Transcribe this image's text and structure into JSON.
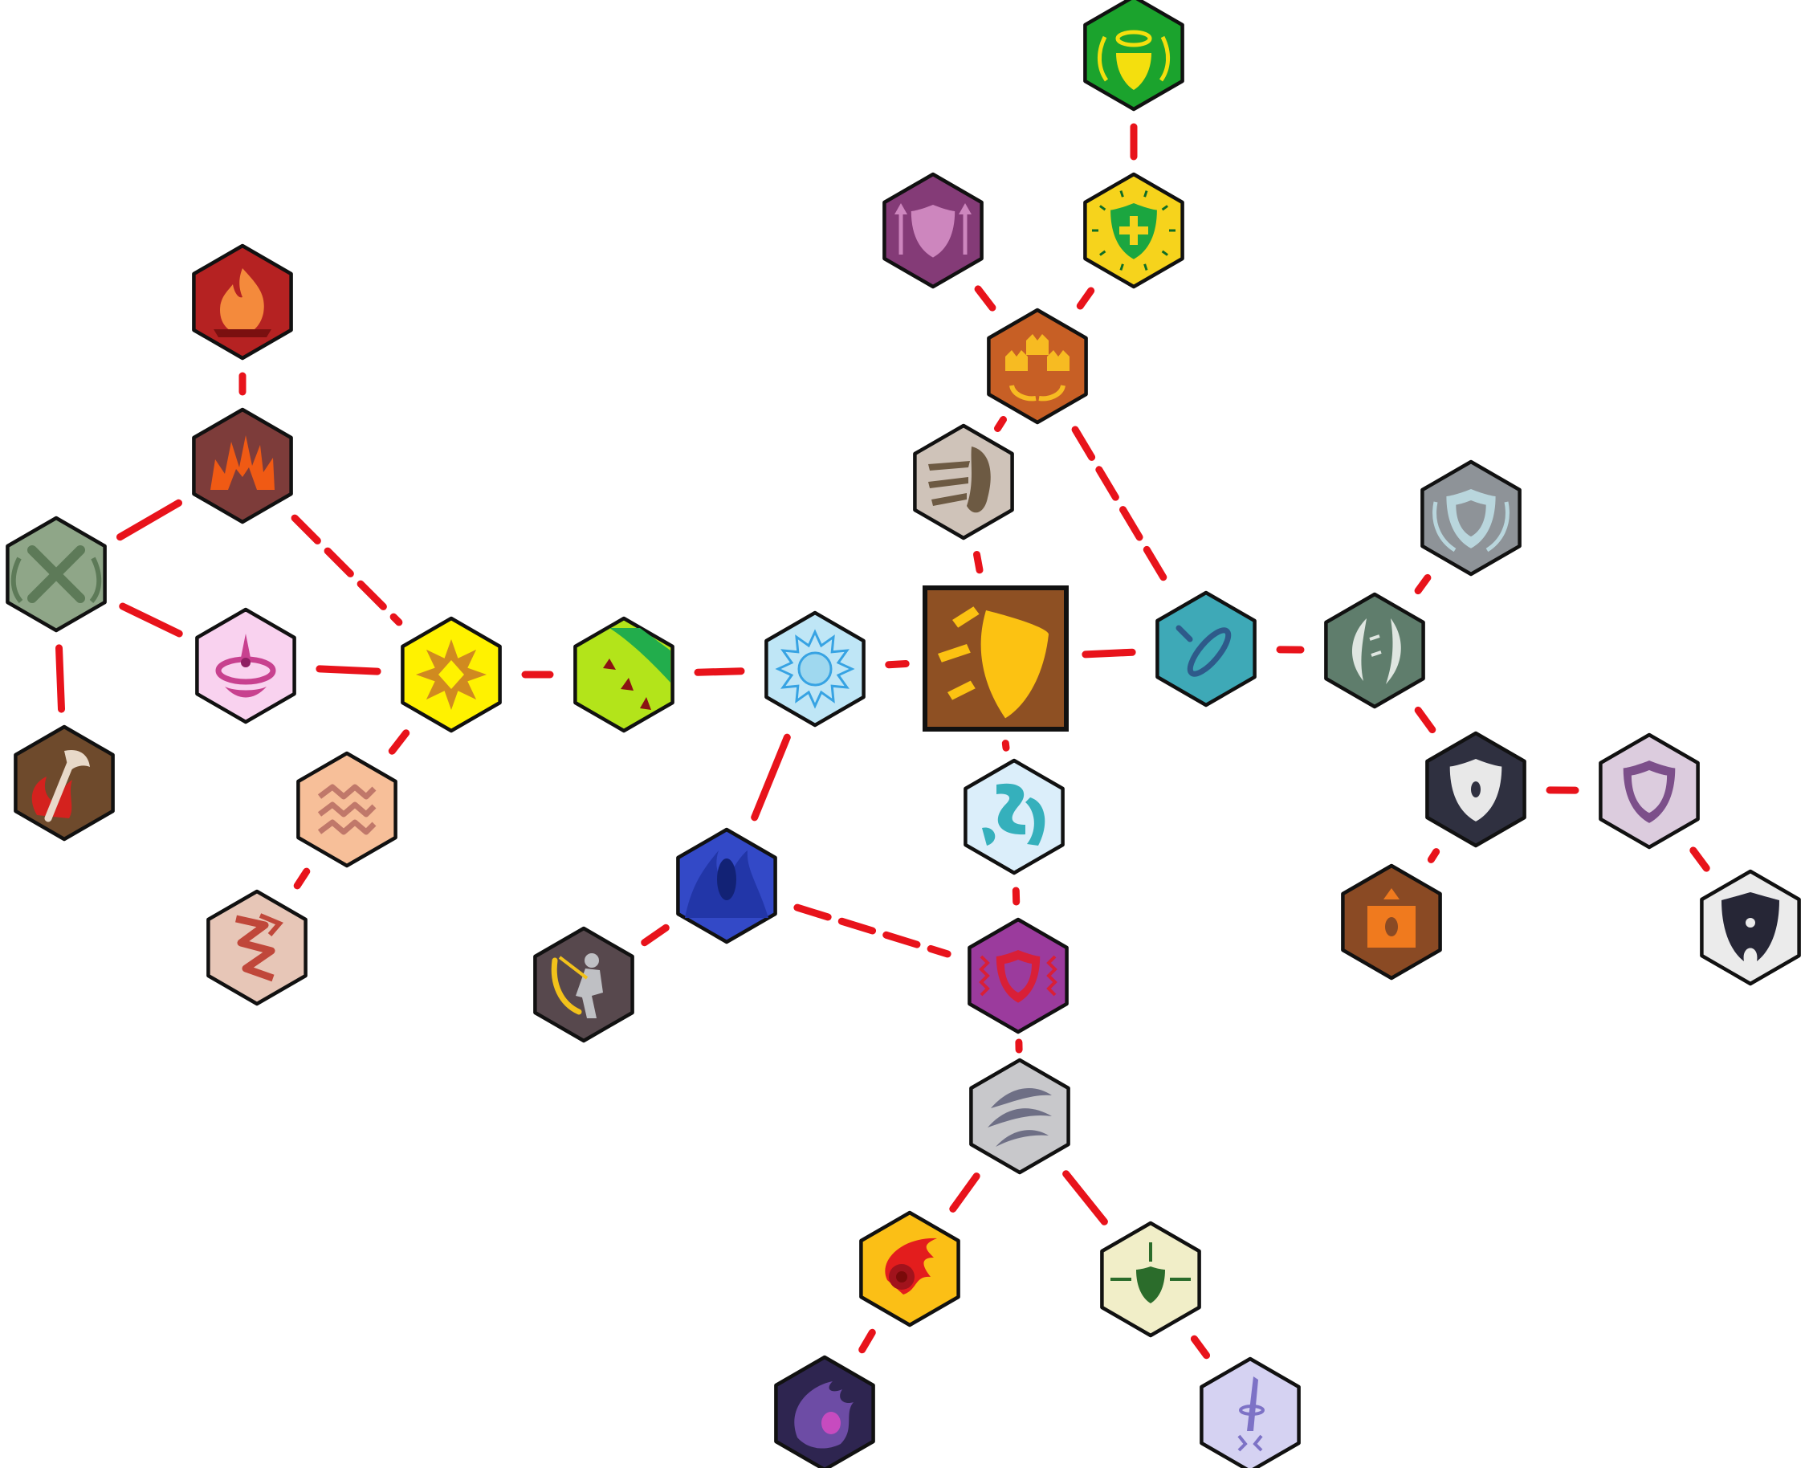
{
  "skill_tree": {
    "root": "root-shield",
    "nodes": [
      {
        "id": "root-shield",
        "icon": "golden-shield-bash-icon",
        "shape": "square",
        "bg": "#8e5023",
        "fg": "#fcc212",
        "dark": "#5a2c0b"
      },
      {
        "id": "fire-burst",
        "icon": "fire-icon",
        "shape": "hex",
        "bg": "#b52222",
        "fg": "#f48a3c",
        "dark": "#7a1010"
      },
      {
        "id": "flame-aura",
        "icon": "flame-spikes-icon",
        "shape": "hex",
        "bg": "#7d3c3a",
        "fg": "#f05a14",
        "dark": "#4b1a1a"
      },
      {
        "id": "crossed-swords",
        "icon": "crossed-swords-icon",
        "shape": "hex",
        "bg": "#8fa688",
        "fg": "#5d7a58",
        "dark": "#3e5a3a"
      },
      {
        "id": "burning-axe",
        "icon": "burning-axe-icon",
        "shape": "hex",
        "bg": "#6e4a2c",
        "fg": "#e8d9c9",
        "dark": "#d4221e"
      },
      {
        "id": "heart-ring",
        "icon": "heart-ring-icon",
        "shape": "hex",
        "bg": "#f9d2ef",
        "fg": "#c8418f",
        "dark": "#8e1f62"
      },
      {
        "id": "explosion",
        "icon": "explosion-icon",
        "shape": "hex",
        "bg": "#fff200",
        "fg": "#d08a20",
        "dark": "#9a5c0e"
      },
      {
        "id": "wave-zigzag",
        "icon": "wave-zigzag-icon",
        "shape": "hex",
        "bg": "#f7bf99",
        "fg": "#c0786a",
        "dark": "#965048"
      },
      {
        "id": "lightning-zigzag",
        "icon": "lightning-zigzag-icon",
        "shape": "hex",
        "bg": "#e7c6b7",
        "fg": "#c0473a",
        "dark": "#8a2a20"
      },
      {
        "id": "thorn-bite",
        "icon": "thorn-bite-icon",
        "shape": "hex",
        "bg": "#b3e41a",
        "fg": "#22ad4c",
        "dark": "#8b1313"
      },
      {
        "id": "frost-blast",
        "icon": "frost-blast-icon",
        "shape": "hex",
        "bg": "#bfe6f6",
        "fg": "#37a3e3",
        "dark": "#1d6fae"
      },
      {
        "id": "dark-flame",
        "icon": "dark-flame-icon",
        "shape": "hex",
        "bg": "#3349c7",
        "fg": "#122275",
        "dark": "#0a1350"
      },
      {
        "id": "swordsman",
        "icon": "swordsman-slash-icon",
        "shape": "hex",
        "bg": "#57484d",
        "fg": "#bfc0c4",
        "dark": "#f2c21b"
      },
      {
        "id": "stone-slam",
        "icon": "stone-slam-icon",
        "shape": "hex",
        "bg": "#cfc3b9",
        "fg": "#6d5a43",
        "dark": "#4a3a28"
      },
      {
        "id": "golden-gauntlets",
        "icon": "golden-gauntlets-icon",
        "shape": "hex",
        "bg": "#c75f25",
        "fg": "#f7bb22",
        "dark": "#8a3a10"
      },
      {
        "id": "shield-up",
        "icon": "shield-up-icon",
        "shape": "hex",
        "bg": "#843b77",
        "fg": "#cd86be",
        "dark": "#5a2050"
      },
      {
        "id": "holy-shield",
        "icon": "holy-shield-icon",
        "shape": "hex",
        "bg": "#f6d31c",
        "fg": "#1ba640",
        "dark": "#0e6e26"
      },
      {
        "id": "halo-shield",
        "icon": "halo-shield-icon",
        "shape": "hex",
        "bg": "#1ba32d",
        "fg": "#f4df0e",
        "dark": "#c9a800"
      },
      {
        "id": "water-shield",
        "icon": "water-shield-icon",
        "shape": "hex",
        "bg": "#3ea9b7",
        "fg": "#2e5a8a",
        "dark": "#1a3a60"
      },
      {
        "id": "steel-shields",
        "icon": "steel-shields-icon",
        "shape": "hex",
        "bg": "#5f7d6c",
        "fg": "#dfe6e1",
        "dark": "#3a5446"
      },
      {
        "id": "glass-shield",
        "icon": "glass-shield-icon",
        "shape": "hex",
        "bg": "#8e9398",
        "fg": "#b9d6dd",
        "dark": "#6b8ea0"
      },
      {
        "id": "eye-shield",
        "icon": "eye-shield-icon",
        "shape": "hex",
        "bg": "#2f3040",
        "fg": "#e8e8e8",
        "dark": "#1a1a24"
      },
      {
        "id": "shield-outline",
        "icon": "shield-outline-icon",
        "shape": "hex",
        "bg": "#dcccde",
        "fg": "#7c4f8a",
        "dark": "#4e2a5c"
      },
      {
        "id": "dark-shield",
        "icon": "dark-shield-icon",
        "shape": "hex",
        "bg": "#ebebeb",
        "fg": "#262636",
        "dark": "#10101a"
      },
      {
        "id": "orange-tower-shield",
        "icon": "tower-shield-icon",
        "shape": "hex",
        "bg": "#8a4a24",
        "fg": "#f07a1e",
        "dark": "#5a2a10"
      },
      {
        "id": "water-surge",
        "icon": "water-surge-icon",
        "shape": "hex",
        "bg": "#dbeefa",
        "fg": "#35b0bc",
        "dark": "#1d7a84"
      },
      {
        "id": "spiked-shield",
        "icon": "spiked-shield-icon",
        "shape": "hex",
        "bg": "#9b3b9d",
        "fg": "#d91f37",
        "dark": "#7a0a18"
      },
      {
        "id": "wind-claws",
        "icon": "wind-claws-icon",
        "shape": "hex",
        "bg": "#c8c8cb",
        "fg": "#6e6f85",
        "dark": "#4a4b5e"
      },
      {
        "id": "meteor",
        "icon": "meteor-icon",
        "shape": "hex",
        "bg": "#fbbf16",
        "fg": "#e31d1d",
        "dark": "#7a0a0a"
      },
      {
        "id": "shadow-orb",
        "icon": "shadow-orb-icon",
        "shape": "hex",
        "bg": "#2e2550",
        "fg": "#6d4ca5",
        "dark": "#c74bbf"
      },
      {
        "id": "sword-shield",
        "icon": "sword-shield-icon",
        "shape": "hex",
        "bg": "#f1eec8",
        "fg": "#2b6c2b",
        "dark": "#1a4a1a"
      },
      {
        "id": "blade-rain",
        "icon": "blade-rain-icon",
        "shape": "hex",
        "bg": "#d5d2f2",
        "fg": "#7d72c6",
        "dark": "#4e4696"
      }
    ],
    "links": [
      [
        "fire-burst",
        "flame-aura"
      ],
      [
        "flame-aura",
        "crossed-swords"
      ],
      [
        "flame-aura",
        "explosion"
      ],
      [
        "crossed-swords",
        "burning-axe"
      ],
      [
        "crossed-swords",
        "heart-ring"
      ],
      [
        "heart-ring",
        "explosion"
      ],
      [
        "explosion",
        "wave-zigzag"
      ],
      [
        "wave-zigzag",
        "lightning-zigzag"
      ],
      [
        "explosion",
        "thorn-bite"
      ],
      [
        "thorn-bite",
        "frost-blast"
      ],
      [
        "frost-blast",
        "root-shield"
      ],
      [
        "frost-blast",
        "dark-flame"
      ],
      [
        "dark-flame",
        "swordsman"
      ],
      [
        "dark-flame",
        "spiked-shield"
      ],
      [
        "root-shield",
        "stone-slam"
      ],
      [
        "stone-slam",
        "golden-gauntlets"
      ],
      [
        "golden-gauntlets",
        "shield-up"
      ],
      [
        "golden-gauntlets",
        "holy-shield"
      ],
      [
        "holy-shield",
        "halo-shield"
      ],
      [
        "golden-gauntlets",
        "water-shield"
      ],
      [
        "root-shield",
        "water-shield"
      ],
      [
        "water-shield",
        "steel-shields"
      ],
      [
        "steel-shields",
        "glass-shield"
      ],
      [
        "steel-shields",
        "eye-shield"
      ],
      [
        "eye-shield",
        "shield-outline"
      ],
      [
        "shield-outline",
        "dark-shield"
      ],
      [
        "eye-shield",
        "orange-tower-shield"
      ],
      [
        "root-shield",
        "water-surge"
      ],
      [
        "water-surge",
        "spiked-shield"
      ],
      [
        "spiked-shield",
        "wind-claws"
      ],
      [
        "wind-claws",
        "meteor"
      ],
      [
        "meteor",
        "shadow-orb"
      ],
      [
        "wind-claws",
        "sword-shield"
      ],
      [
        "sword-shield",
        "blade-rain"
      ]
    ],
    "colors": {
      "link": "#e8131b",
      "outline": "#111111",
      "page": "#ffffff"
    }
  }
}
